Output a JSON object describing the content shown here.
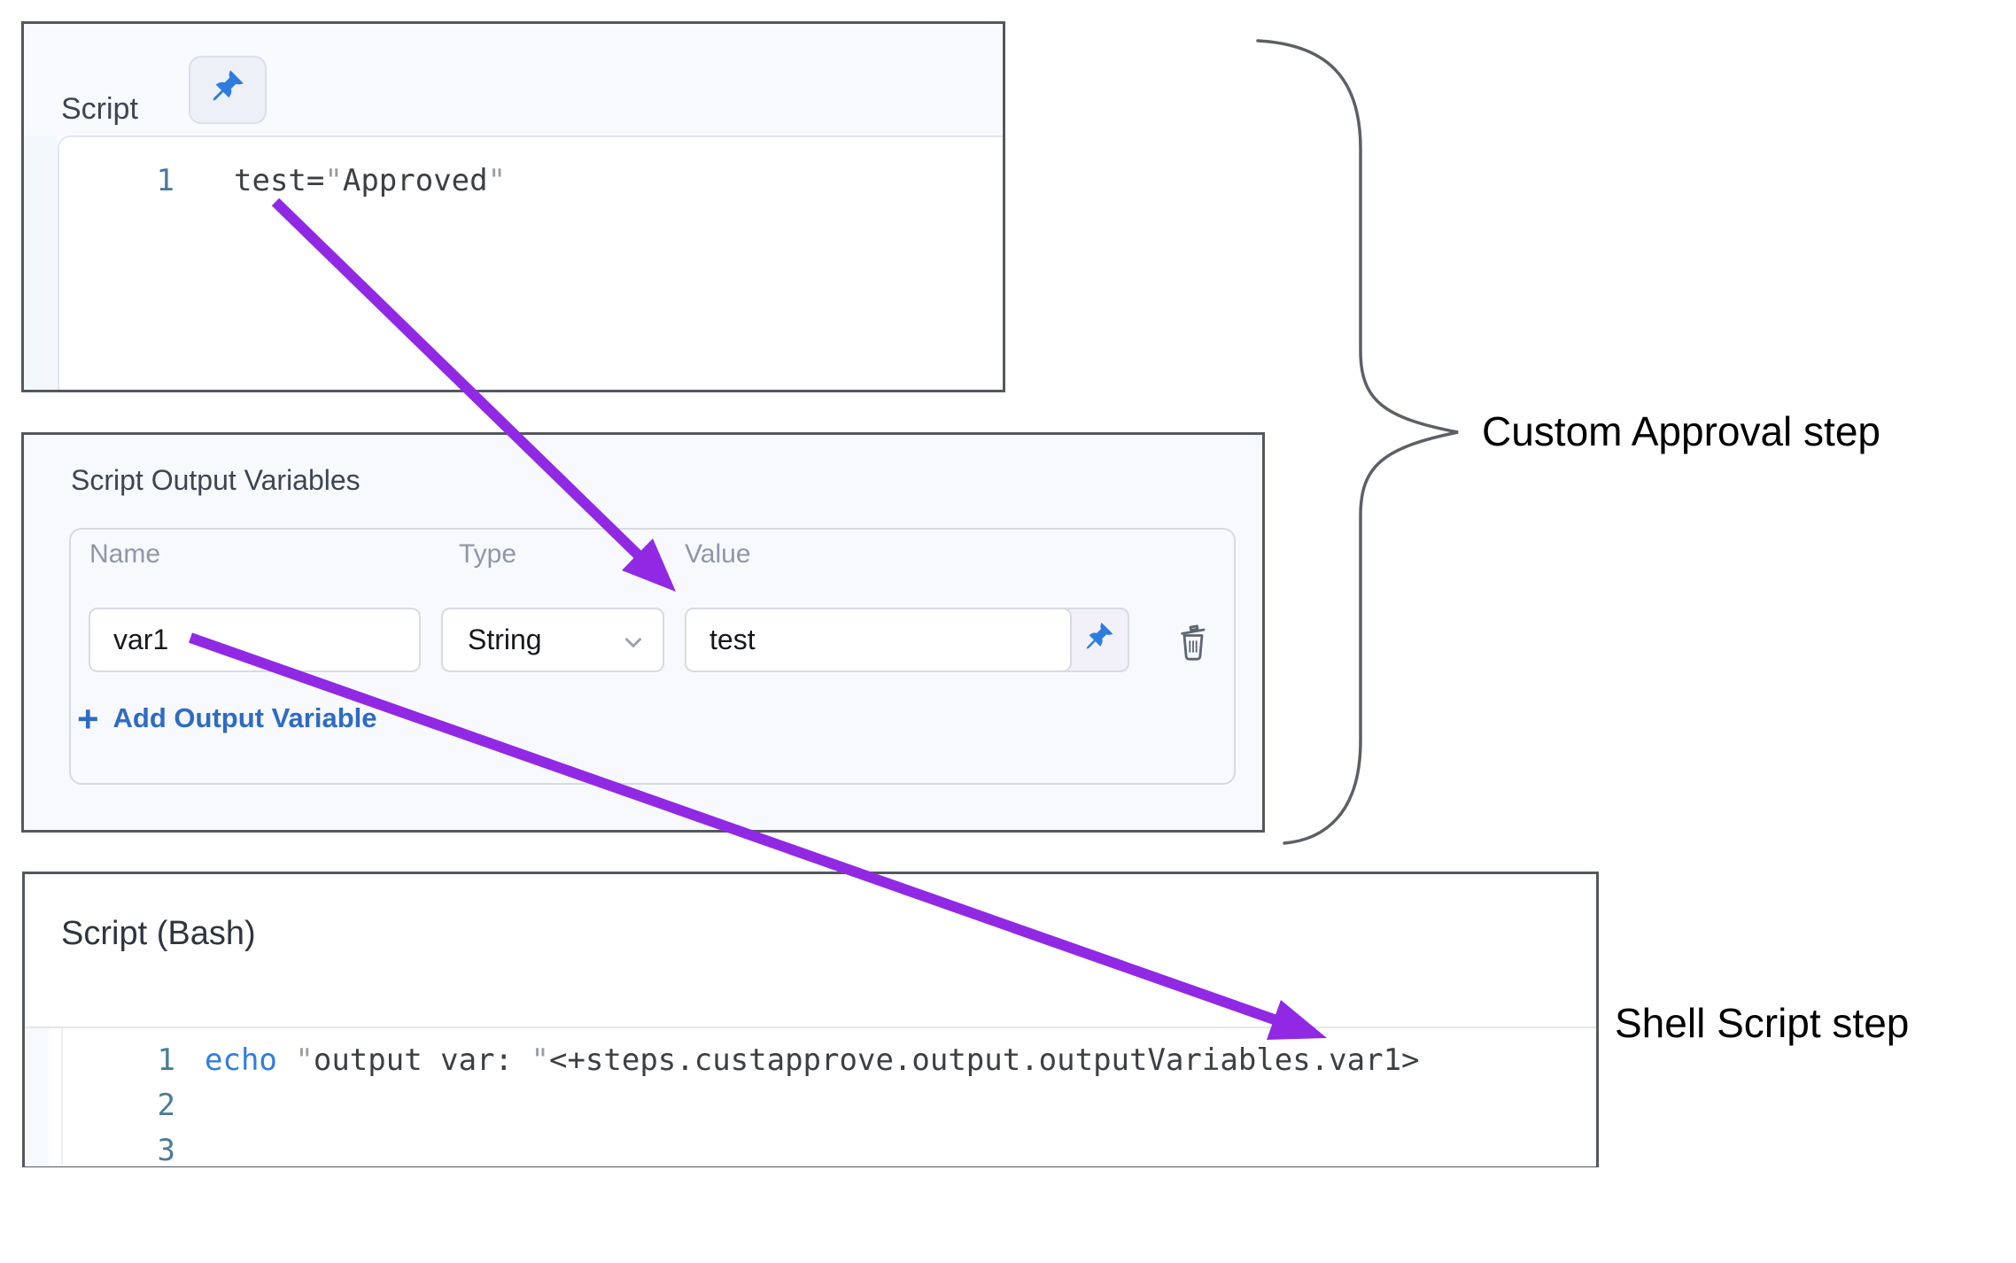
{
  "colors": {
    "arrow_purple": "#9129e4",
    "pin_blue": "#2e7ce0",
    "link_blue": "#2e6bc4",
    "keyword_blue": "#2f7de1",
    "line_number_blue": "#4b7c99",
    "panel_border": "#54585e"
  },
  "script_panel": {
    "title": "Script",
    "line_number": "1",
    "code": {
      "var_name": "test",
      "equals": "=",
      "open_quote": "\"",
      "value": "Approved",
      "close_quote": "\""
    }
  },
  "output_variables_panel": {
    "title": "Script Output Variables",
    "columns": {
      "name": "Name",
      "type": "Type",
      "value": "Value"
    },
    "row": {
      "name": "var1",
      "type": "String",
      "value": "test"
    },
    "add_button": {
      "plus": "+",
      "label": "Add Output Variable"
    }
  },
  "bash_panel": {
    "title": "Script (Bash)",
    "line_numbers": [
      "1",
      "2",
      "3"
    ],
    "code": {
      "keyword": "echo",
      "space": " ",
      "open_quote": "\"",
      "string_text": "output var: ",
      "close_quote": "\"",
      "expression": "<+steps.custapprove.output.outputVariables.var1>"
    }
  },
  "annotations": {
    "custom_approval_label": "Custom Approval step",
    "shell_script_label": "Shell Script step"
  }
}
